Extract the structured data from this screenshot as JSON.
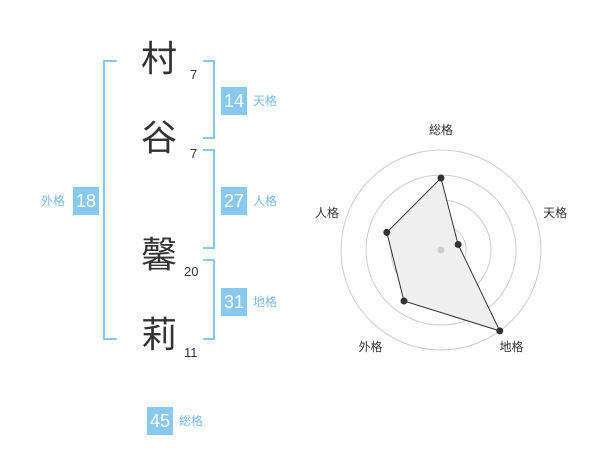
{
  "name": {
    "chars": [
      {
        "kanji": "村",
        "strokes": "7"
      },
      {
        "kanji": "谷",
        "strokes": "7"
      },
      {
        "kanji": "馨",
        "strokes": "20"
      },
      {
        "kanji": "莉",
        "strokes": "11"
      }
    ]
  },
  "fortune": {
    "tenkaku": {
      "value": "14",
      "label": "天格"
    },
    "jinkaku": {
      "value": "27",
      "label": "人格"
    },
    "chikaku": {
      "value": "31",
      "label": "地格"
    },
    "gaikaku": {
      "value": "18",
      "label": "外格"
    },
    "soukaku": {
      "value": "45",
      "label": "総格"
    }
  },
  "colors": {
    "accent": "#8ac9ee",
    "label": "#7ab8e3",
    "text": "#333333"
  },
  "chart_data": {
    "type": "radar",
    "categories": [
      "総格",
      "天格",
      "地格",
      "外格",
      "人格"
    ],
    "values": [
      0.72,
      0.18,
      1.0,
      0.63,
      0.57
    ],
    "rings": 4,
    "range": [
      0,
      1
    ]
  }
}
